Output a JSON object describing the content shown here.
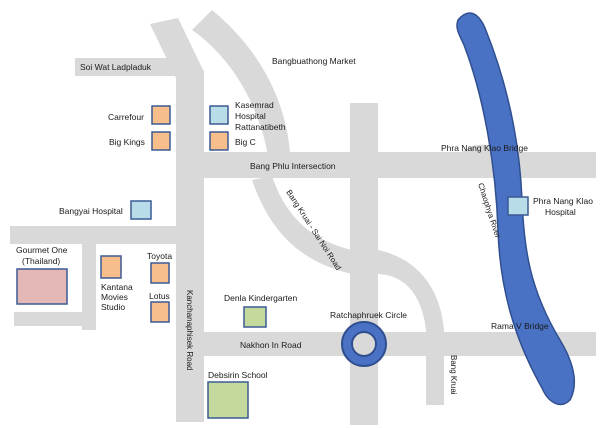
{
  "colors": {
    "road": "#d9d9d9",
    "road_edge": "#c8c8c8",
    "river": "#4a72c4",
    "river_edge": "#2f4f8f",
    "hospital_fill": "#b8dce8",
    "store_fill": "#f6be8a",
    "school_fill": "#c4d99c",
    "gourmet_fill": "#e5b8b8",
    "marker_stroke": "#3b5a96"
  },
  "roads": {
    "soi_wat_ladpladuk": "Soi Wat Ladpladuk",
    "bang_phlu_intersection": "Bang Phlu Intersection",
    "bang_kruai_sai_noi_road": "Bang Kruai - Sai Noi Road",
    "kanchanaphisek_road": "Kanchanaphisek Road",
    "nakhon_in_road": "Nakhon In Road",
    "bang_kruai": "Bang Kruai",
    "ratchaphruek_circle": "Ratchaphruek Circle"
  },
  "water": {
    "river_name": "Chaophya River",
    "bridge_north": "Phra Nang Klao Bridge",
    "bridge_south": "Rama V Bridge"
  },
  "places": {
    "bangbuathong_market": "Bangbuathong Market",
    "carrefour": "Carrefour",
    "big_kings": "Big Kings",
    "kasemrad_line1": "Kasemrad",
    "kasemrad_line2": "Hospital",
    "kasemrad_line3": "Rattanatibeth",
    "big_c": "Big C",
    "bangyai_hospital": "Bangyai Hospital",
    "phra_nang_klao_hospital_line1": "Phra Nang Klao",
    "phra_nang_klao_hospital_line2": "Hospital",
    "gourmet_one_line1": "Gourmet One",
    "gourmet_one_line2": "(Thailand)",
    "toyota": "Toyota",
    "kantana_line1": "Kantana",
    "kantana_line2": "Movies",
    "kantana_line3": "Studio",
    "lotus": "Lotus",
    "denla_kindergarten": "Denla Kindergarten",
    "debsirin_school": "Debsirin School"
  }
}
